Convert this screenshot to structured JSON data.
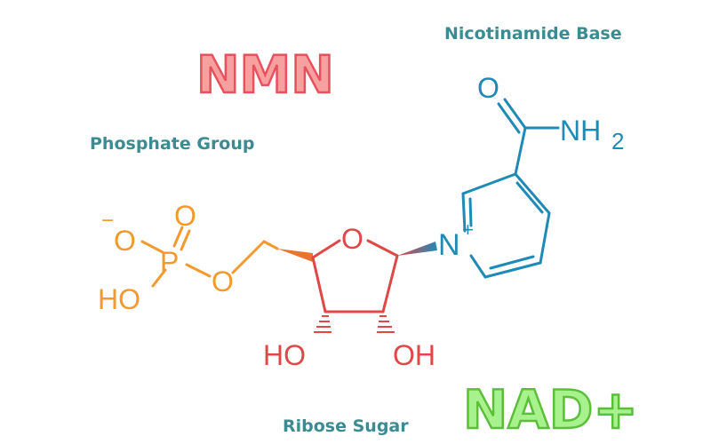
{
  "captions": {
    "nicotinamide_base": "Nicotinamide Base",
    "phosphate_group": "Phosphate Group",
    "ribose_sugar": "Ribose Sugar"
  },
  "headings": {
    "nmn": "NMN",
    "nad": "NAD+"
  },
  "atoms": {
    "phosphate": {
      "o_minus": "O",
      "minus": "−",
      "o_double": "O",
      "p": "P",
      "o_bridge": "O",
      "ho": "HO"
    },
    "ribose": {
      "o_ring": "O",
      "ho_left": "HO",
      "oh_right": "OH"
    },
    "nicotinamide": {
      "n": "N",
      "plus": "+",
      "o_amide": "O",
      "nh": "NH",
      "sub_2": "2"
    }
  },
  "colors": {
    "phosphate": "#F29A2E",
    "ribose": "#E04848",
    "nicotinamide": "#1F8AB6",
    "caption": "#3B8C92",
    "nmn_fill": "#F7A0A0",
    "nmn_stroke": "#E8505E",
    "nad_fill": "#A8F28E",
    "nad_stroke": "#5BBF3A"
  }
}
